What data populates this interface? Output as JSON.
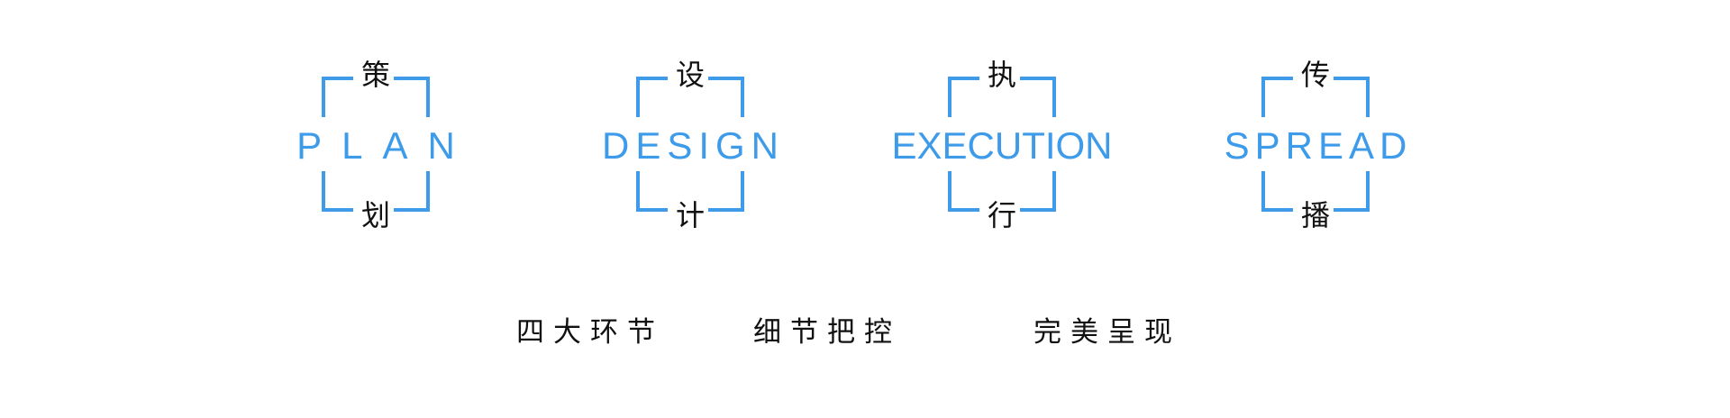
{
  "blocks": [
    {
      "top": "策",
      "en": "PLAN",
      "bottom": "划"
    },
    {
      "top": "设",
      "en": "DESIGN",
      "bottom": "计"
    },
    {
      "top": "执",
      "en": "EXECUTION",
      "bottom": "行"
    },
    {
      "top": "传",
      "en": "SPREAD",
      "bottom": "播"
    }
  ],
  "taglines": [
    "四大环节",
    "细节把控",
    "完美呈现"
  ],
  "colors": {
    "accent": "#3d9be9",
    "text": "#111111"
  }
}
